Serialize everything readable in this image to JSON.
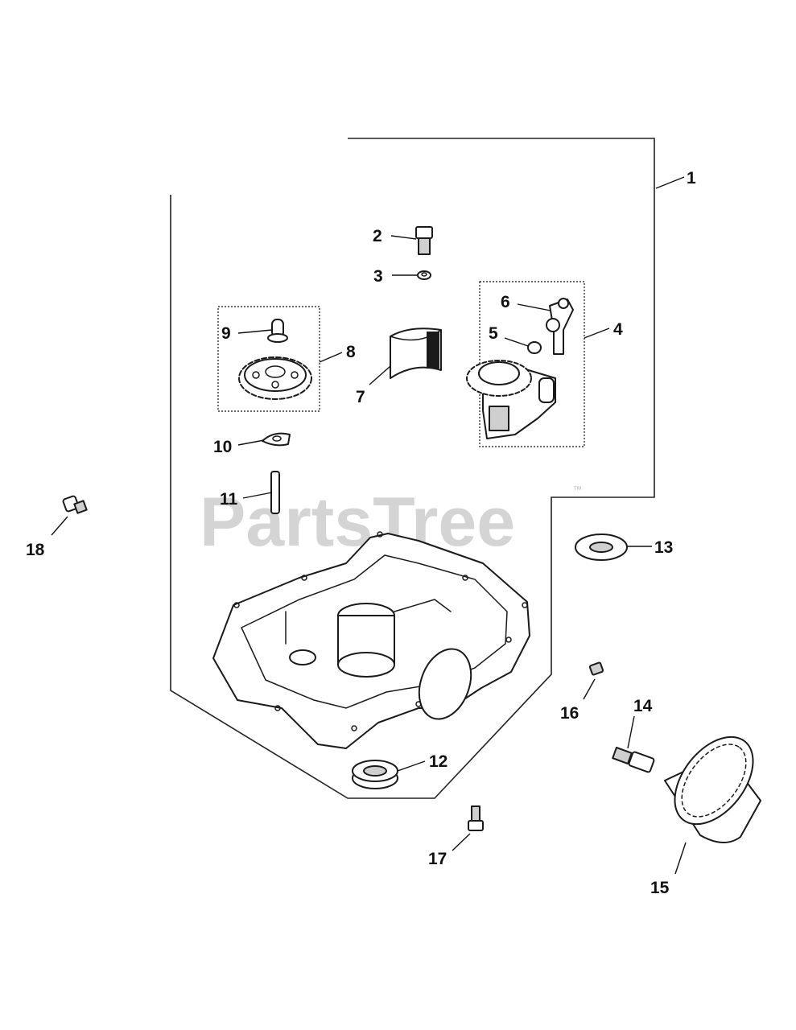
{
  "watermark": {
    "brand": "PartsTree",
    "trademark": "™"
  },
  "callouts": {
    "c1": "1",
    "c2": "2",
    "c3": "3",
    "c4": "4",
    "c5": "5",
    "c6": "6",
    "c7": "7",
    "c8": "8",
    "c9": "9",
    "c10": "10",
    "c11": "11",
    "c12": "12",
    "c13": "13",
    "c14": "14",
    "c15": "15",
    "c16": "16",
    "c17": "17",
    "c18": "18"
  },
  "colors": {
    "line": "#1a1a1a",
    "watermark": "#d4d4d4",
    "background": "#ffffff"
  }
}
